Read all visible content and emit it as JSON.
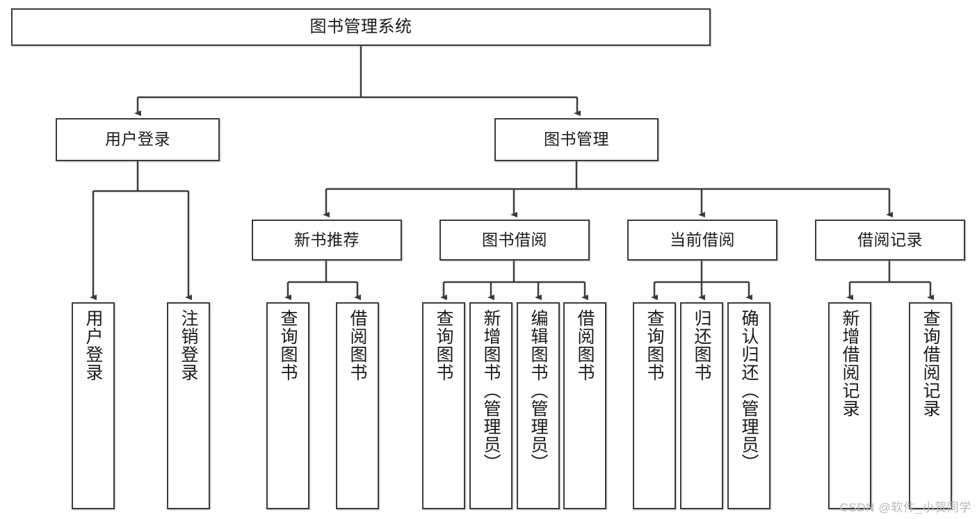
{
  "diagram": {
    "type": "tree-hierarchy",
    "title": "图书管理系统",
    "watermark": "CSDN @软件_小贺同学",
    "colors": {
      "box_border": "#3b3b3b",
      "box_fill": "#ffffff",
      "connector": "#3b3b3b",
      "watermark": "#b9b9b9"
    },
    "nodes": {
      "root": {
        "label": "图书管理系统"
      },
      "level1": [
        {
          "label": "用户登录"
        },
        {
          "label": "图书管理"
        }
      ],
      "level2": [
        {
          "label": "新书推荐"
        },
        {
          "label": "图书借阅"
        },
        {
          "label": "当前借阅"
        },
        {
          "label": "借阅记录"
        }
      ],
      "leaves": {
        "user_login": [
          {
            "label": "用户登录"
          },
          {
            "label": "注销登录"
          }
        ],
        "new_book_recommend": [
          {
            "label": "查询图书"
          },
          {
            "label": "借阅图书"
          }
        ],
        "book_borrow": [
          {
            "label": "查询图书"
          },
          {
            "label": "新增图书（管理员）"
          },
          {
            "label": "编辑图书（管理员）"
          },
          {
            "label": "借阅图书"
          }
        ],
        "current_borrow": [
          {
            "label": "查询图书"
          },
          {
            "label": "归还图书"
          },
          {
            "label": "确认归还（管理员）"
          }
        ],
        "borrow_record": [
          {
            "label": "新增借阅记录"
          },
          {
            "label": "查询借阅记录"
          }
        ]
      }
    }
  }
}
